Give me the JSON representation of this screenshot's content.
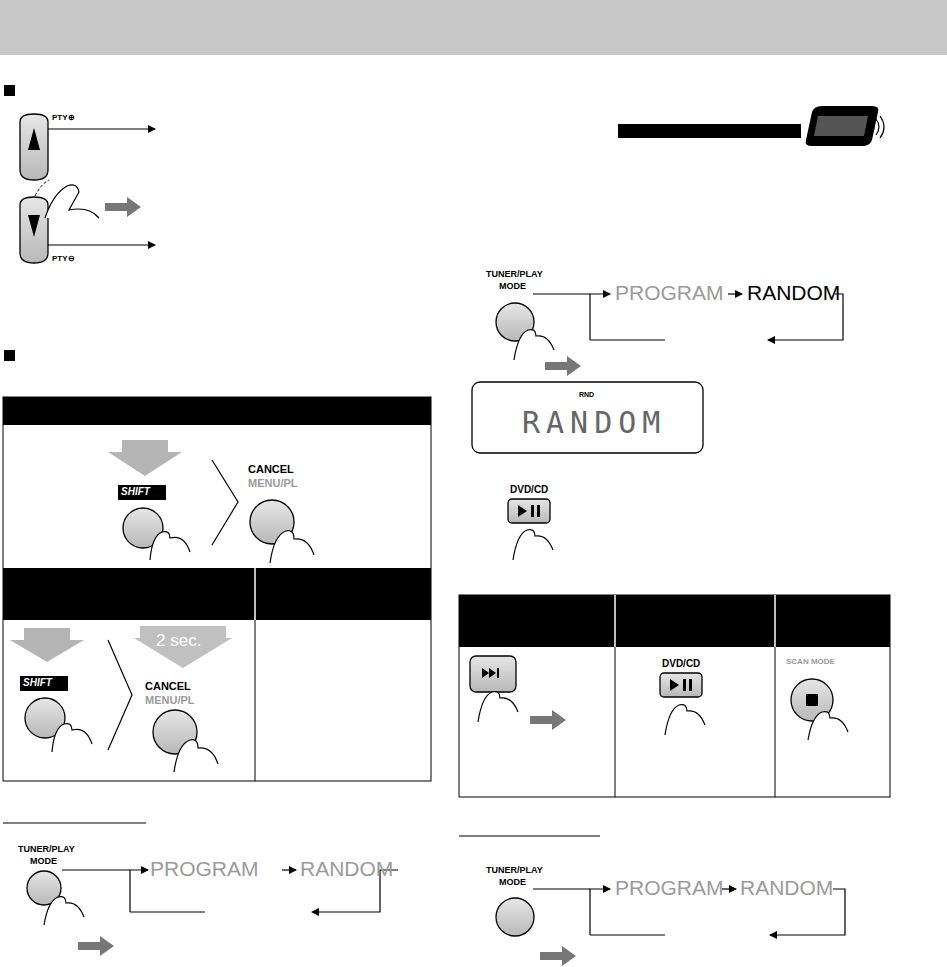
{
  "diagram": {
    "labels": [
      "PTY⊕",
      "PTY⊖",
      "SHIFT",
      "CANCEL",
      "MENU/PL",
      "2 sec.",
      "SHIFT",
      "CANCEL",
      "MENU/PL",
      "TUNER/PLAY",
      "MODE",
      "PROGRAM",
      "RANDOM",
      "TUNER/PLAY",
      "MODE",
      "PROGRAM",
      "RANDOM",
      "RND",
      "RANDOM",
      "DVD/CD",
      "DVD/CD",
      "SCAN MODE",
      "TUNER/PLAY",
      "MODE",
      "PROGRAM",
      "RANDOM"
    ]
  }
}
